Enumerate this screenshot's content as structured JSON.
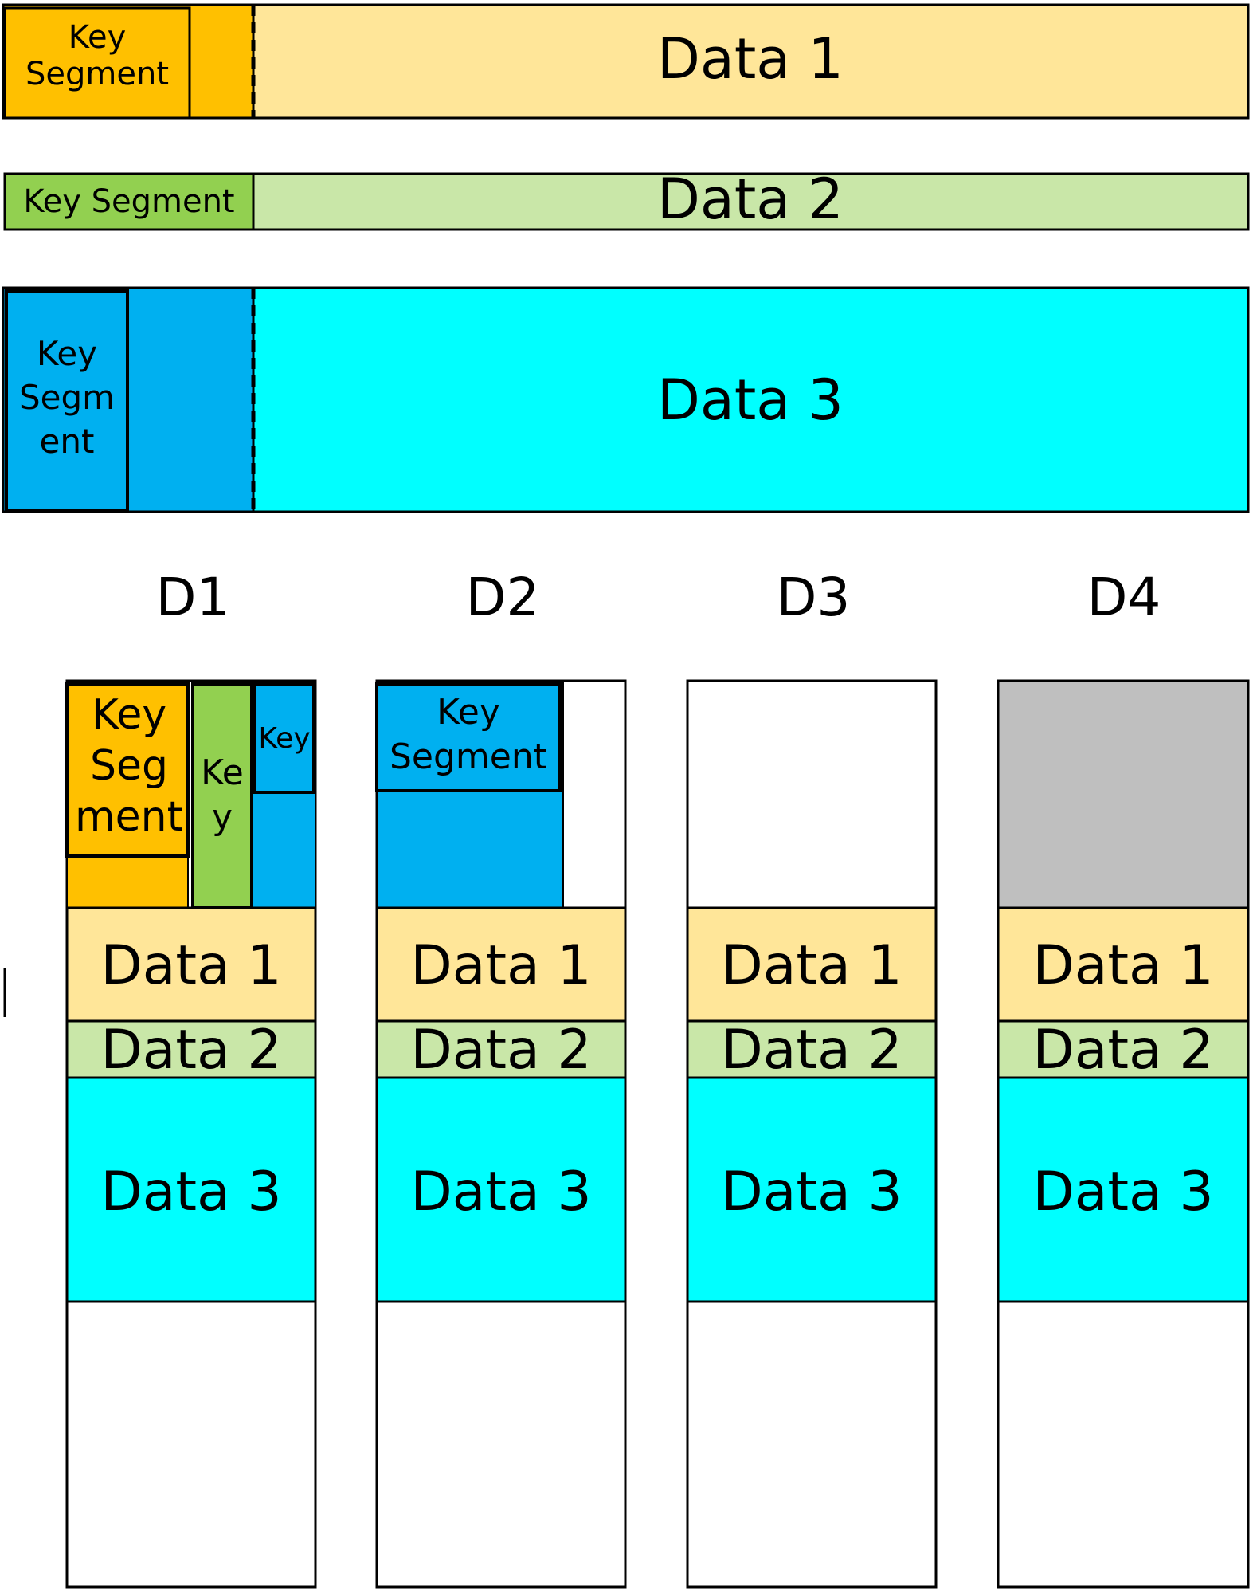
{
  "colors": {
    "orange": "#FFC000",
    "light_orange": "#FFE699",
    "green": "#92D050",
    "light_green": "#C9E7A8",
    "blue": "#00B0F0",
    "cyan": "#00FFFF",
    "gray": "#BFBFBF",
    "outline": "#000000"
  },
  "top_rows": {
    "data1": {
      "key_segment": "Key\nSegment",
      "label": "Data 1"
    },
    "data2": {
      "key_segment": "Key Segment",
      "label": "Data 2"
    },
    "data3": {
      "key_segment": "Key\nSegm\nent",
      "label": "Data 3"
    }
  },
  "disks": [
    {
      "name": "D1",
      "data1": "Data 1",
      "data2": "Data 2",
      "data3": "Data 3"
    },
    {
      "name": "D2",
      "data1": "Data 1",
      "data2": "Data 2",
      "data3": "Data 3"
    },
    {
      "name": "D3",
      "data1": "Data 1",
      "data2": "Data 2",
      "data3": "Data 3"
    },
    {
      "name": "D4",
      "data1": "Data 1",
      "data2": "Data 2",
      "data3": "Data 3"
    }
  ],
  "d1_keys": {
    "orange": "Key\nSeg\nment",
    "green": "Ke\ny",
    "blue": "Key"
  },
  "d2_key": "Key\nSegment"
}
